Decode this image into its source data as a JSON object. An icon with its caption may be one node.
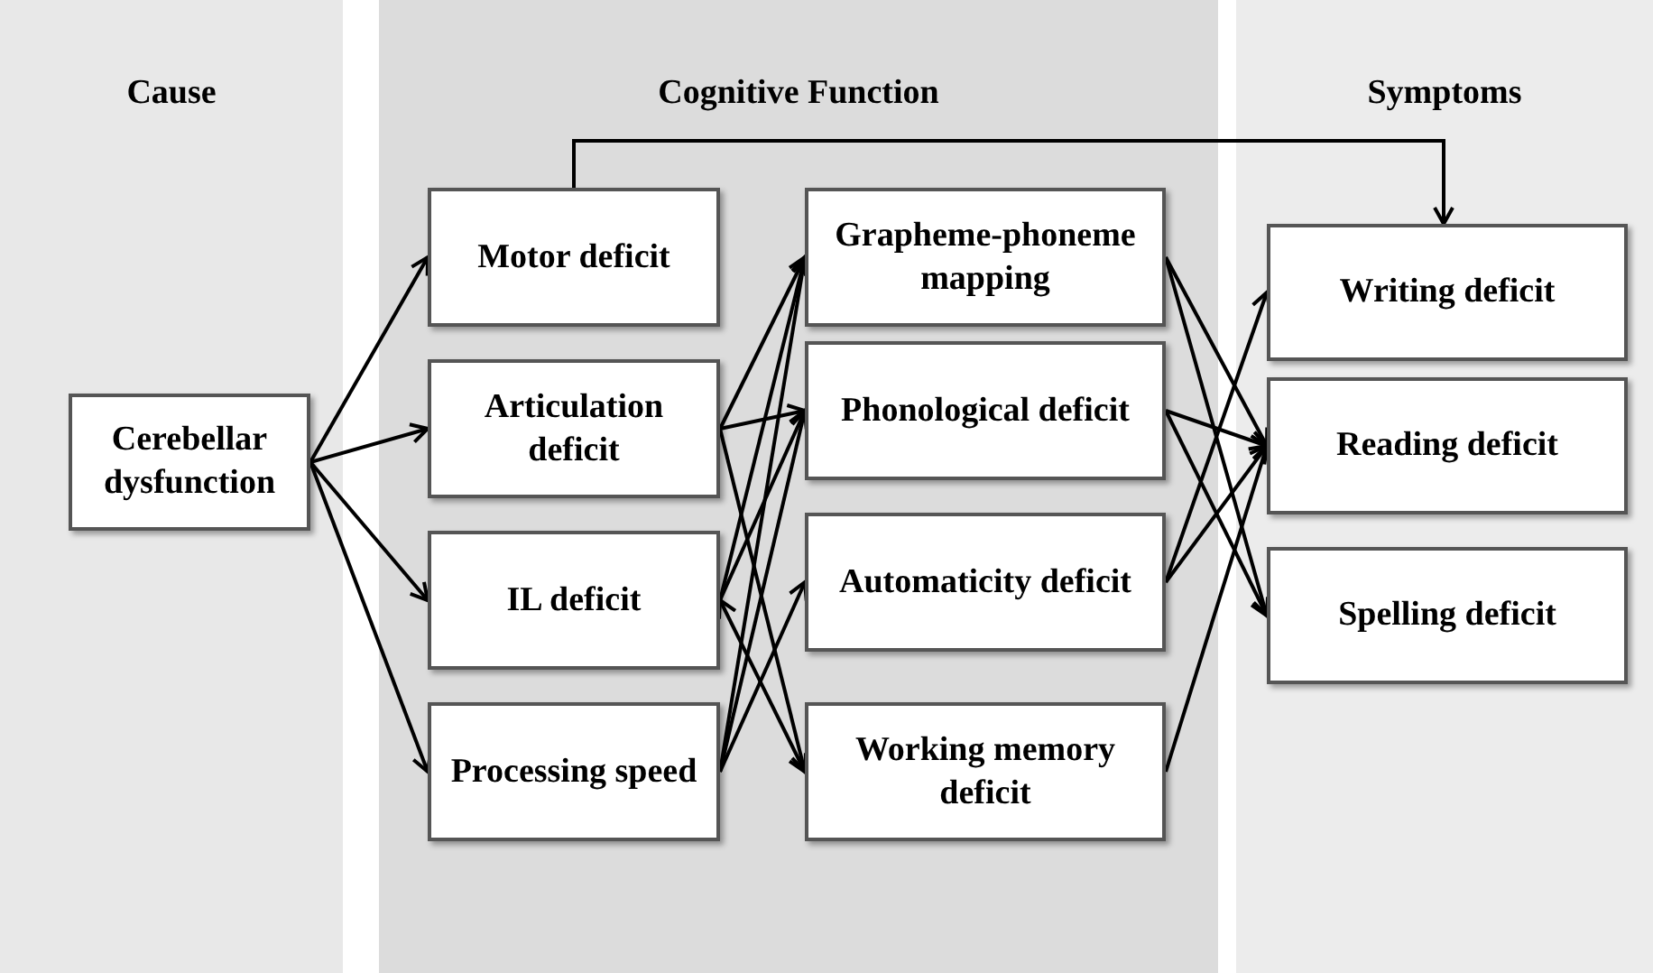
{
  "diagram": {
    "nodes": [
      {
        "text": [
          "Cause"
        ]
      },
      {
        "text": [
          "Cognitive Function"
        ]
      },
      {
        "text": [
          "Symptoms"
        ]
      },
      {
        "text": [
          "Cerebellar dysfunction"
        ],
        "in": 0
      },
      {
        "text": [
          "Motor deficit"
        ],
        "in": 1
      },
      {
        "text": [
          "Articulation deficit"
        ],
        "in": 1
      },
      {
        "text": [
          "IL deficit"
        ],
        "in": 1
      },
      {
        "text": [
          "Processing speed"
        ],
        "in": 1
      },
      {
        "text": [
          "Grapheme-phoneme mapping"
        ],
        "in": 1
      },
      {
        "text": [
          "Phonological deficit"
        ],
        "in": 1
      },
      {
        "text": [
          "Automaticity deficit"
        ],
        "in": 1
      },
      {
        "text": [
          "Working memory deficit"
        ],
        "in": 1
      },
      {
        "text": [
          "Writing deficit"
        ],
        "in": 2
      },
      {
        "text": [
          "Reading deficit"
        ],
        "in": 2
      },
      {
        "text": [
          "Spelling deficit"
        ],
        "in": 2
      }
    ],
    "edges": [
      {
        "from": 3,
        "to": 4,
        "arrow": "to"
      },
      {
        "from": 3,
        "to": 5,
        "arrow": "to"
      },
      {
        "from": 3,
        "to": 6,
        "arrow": "to"
      },
      {
        "from": 3,
        "to": 7,
        "arrow": "to"
      },
      {
        "from": 4,
        "to": 12,
        "arrow": "to"
      },
      {
        "from": 5,
        "to": 8,
        "arrow": "to"
      },
      {
        "from": 5,
        "to": 9,
        "arrow": "to"
      },
      {
        "from": 5,
        "to": 11,
        "arrow": "to"
      },
      {
        "from": 6,
        "to": 8,
        "arrow": "to"
      },
      {
        "from": 6,
        "to": 9,
        "arrow": "to"
      },
      {
        "from": 6,
        "to": 11,
        "arrow": "both"
      },
      {
        "from": 7,
        "to": 8,
        "arrow": "to"
      },
      {
        "from": 7,
        "to": 9,
        "arrow": "to"
      },
      {
        "from": 7,
        "to": 10,
        "arrow": "to"
      },
      {
        "from": 8,
        "to": 13,
        "arrow": "to"
      },
      {
        "from": 8,
        "to": 14,
        "arrow": "to"
      },
      {
        "from": 9,
        "to": 13,
        "arrow": "to"
      },
      {
        "from": 9,
        "to": 14,
        "arrow": "to"
      },
      {
        "from": 10,
        "to": 12,
        "arrow": "to"
      },
      {
        "from": 10,
        "to": 13,
        "arrow": "to"
      },
      {
        "from": 11,
        "to": 13,
        "arrow": "to"
      }
    ]
  }
}
